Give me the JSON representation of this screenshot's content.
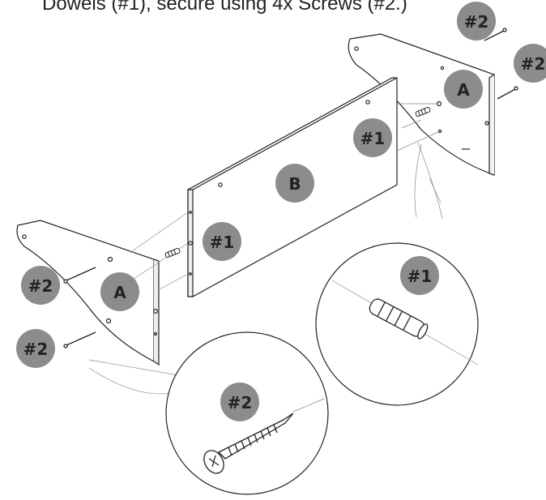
{
  "instruction": "Dowels (#1), secure using 4x Screws (#2.)",
  "labels": {
    "part_a": "A",
    "part_b": "B",
    "dowel": "#1",
    "screw": "#2"
  },
  "colors": {
    "label_badge": "#8c8c8c",
    "label_text": "#222222",
    "line": "#222222",
    "guide": "#888888"
  }
}
